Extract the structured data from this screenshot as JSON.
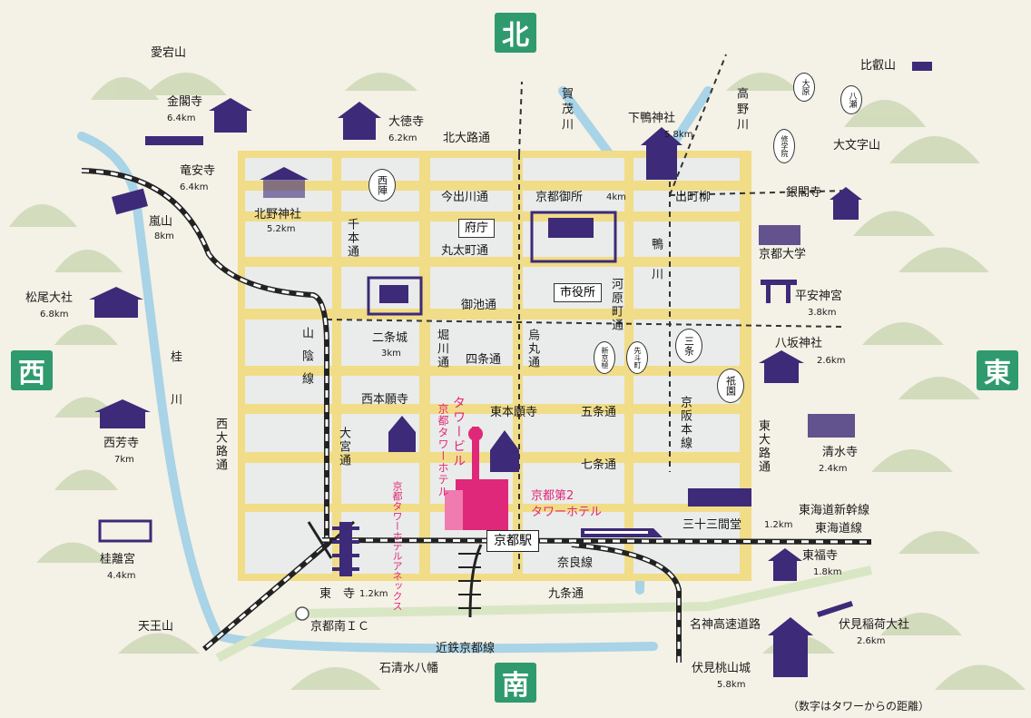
{
  "directions": {
    "north": "北",
    "south": "南",
    "west": "西",
    "east": "東"
  },
  "streets": {
    "kitaoji": "北大路通",
    "imadegawa": "今出川通",
    "marutamachi": "丸太町通",
    "oike": "御池通",
    "shijo": "四条通",
    "gojo": "五条通",
    "shichijo": "七条通",
    "kujo": "九条通",
    "senbon": "千本通",
    "horikawa": "堀川通",
    "karasuma": "烏丸通",
    "kawaramachi": "河原町通",
    "omiya": "大宮通",
    "nishioji": "西大路通",
    "higashioji": "東大路通"
  },
  "rivers": {
    "kamo": "鴨川",
    "kamo_upper": "賀茂川",
    "takano": "高野川",
    "katsura": "桂川"
  },
  "rail": {
    "sanin": "山陰線",
    "keihan": "京阪本線",
    "tokaido_shinkansen": "東海道新幹線",
    "tokaido": "東海道線",
    "nara": "奈良線",
    "kintetsu": "近鉄京都線",
    "hanshin_expressway": "名神高速道路",
    "kyoto_minami_ic": "京都南ＩＣ",
    "demachiyanagi": "出町柳",
    "kyoto_station": "京都駅"
  },
  "landmarks": {
    "atagoyama": "愛宕山",
    "kinkakuji": "金閣寺",
    "kinkakuji_km": "6.4km",
    "daitokuji": "大徳寺",
    "daitokuji_km": "6.2km",
    "shimogamo": "下鴨神社",
    "shimogamo_km": "5.8km",
    "hieizan": "比叡山",
    "ohara": "大原",
    "yase": "八瀬",
    "shugakuin": "修学院",
    "daimonjiyama": "大文字山",
    "ginkakuji": "銀閣寺",
    "ryoanji": "竜安寺",
    "ryoanji_km": "6.4km",
    "arashiyama": "嵐山",
    "arashiyama_km": "8km",
    "kitano": "北野神社",
    "kitano_km": "5.2km",
    "nishijin": "西陣",
    "gosho": "京都御所",
    "gosho_km": "4km",
    "fucho": "府庁",
    "shiyakusho": "市役所",
    "kyodai": "京都大学",
    "heian": "平安神宮",
    "heian_km": "3.8km",
    "matsuo": "松尾大社",
    "matsuo_km": "6.8km",
    "nijojo": "二条城",
    "nijojo_km": "3km",
    "shinkyogoku": "新京極",
    "pontocho": "先斗町",
    "sanjo": "三条",
    "gion": "祇園",
    "yasaka": "八坂神社",
    "yasaka_km": "2.6km",
    "nishihonganji": "西本願寺",
    "higashihonganji": "東本願寺",
    "tower_building": "タワービル",
    "tower_hotel": "京都タワーホテル",
    "tower_annex": "京都タワーホテルアネックス",
    "daini_hotel_1": "京都第2",
    "daini_hotel_2": "タワーホテル",
    "kiyomizu": "清水寺",
    "kiyomizu_km": "2.4km",
    "saihoji": "西芳寺",
    "saihoji_km": "7km",
    "sanjusangendo": "三十三間堂",
    "sanjusangendo_km": "1.2km",
    "katsura_rikyu": "桂離宮",
    "katsura_rikyu_km": "4.4km",
    "tofukuji": "東福寺",
    "tofukuji_km": "1.8km",
    "toji": "東　寺",
    "toji_km": "1.2km",
    "tennozan": "天王山",
    "fushimi_inari": "伏見稲荷大社",
    "fushimi_inari_km": "2.6km",
    "iwashimizu": "石清水八幡",
    "fushimi_momoyama": "伏見桃山城",
    "fushimi_momoyama_km": "5.8km"
  },
  "footnote": "（数字はタワーからの距離）",
  "colors": {
    "street": "#f1dc88",
    "block": "#e9ecea",
    "river": "#a9d3e6",
    "mountain": "#cfd9b8",
    "temple": "#3d2a78",
    "tower": "#e0287a",
    "direction_badge": "#2f9a6e",
    "expressway": "#d8e6c4"
  }
}
